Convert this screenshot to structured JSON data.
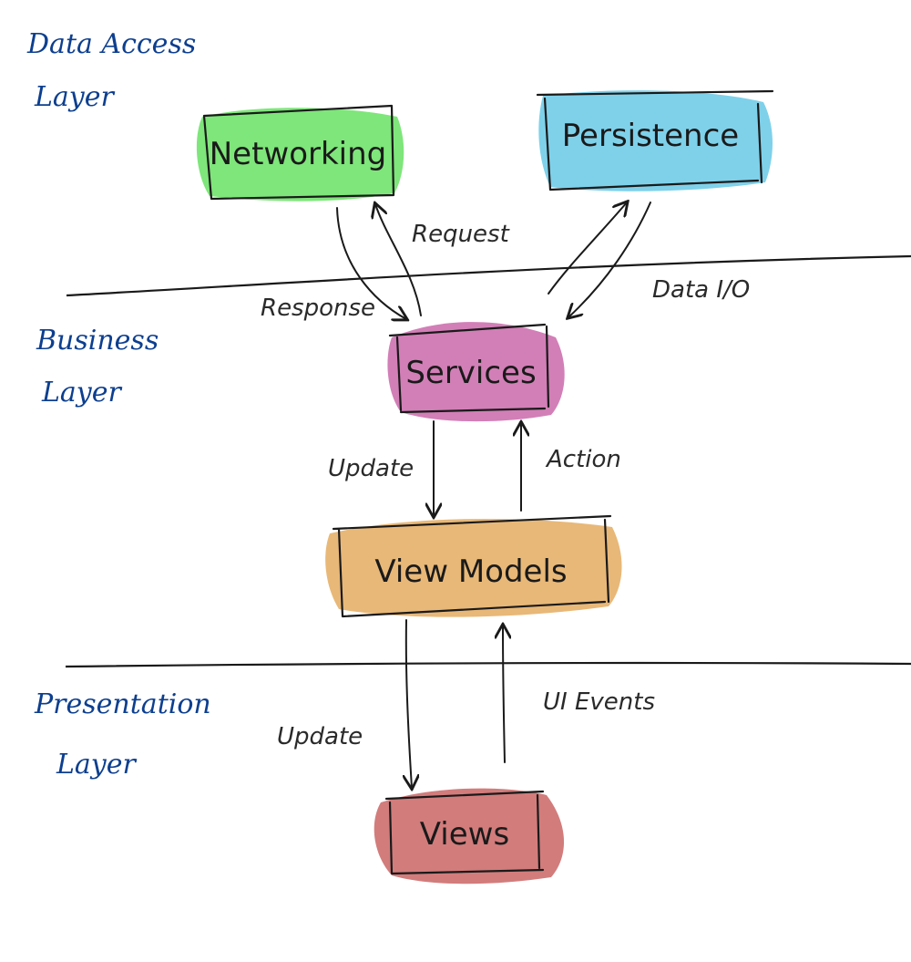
{
  "colors": {
    "layer_text": "#0d3f8f",
    "ink": "#1a1a1a",
    "networking": "#7ee67a",
    "persistence": "#7fd1ea",
    "services": "#d27fb7",
    "view_models": "#e8b878",
    "views": "#d27c7c"
  },
  "layers": {
    "data_access": [
      "Data Access",
      "Layer"
    ],
    "business": [
      "Business",
      "Layer"
    ],
    "presentation": [
      "Presentation",
      "Layer"
    ]
  },
  "nodes": {
    "networking": "Networking",
    "persistence": "Persistence",
    "services": "Services",
    "view_models": "View Models",
    "views": "Views"
  },
  "edges": {
    "request": "Request",
    "response": "Response",
    "data_io": "Data I/O",
    "update_services": "Update",
    "action": "Action",
    "update_views": "Update",
    "ui_events": "UI Events"
  }
}
